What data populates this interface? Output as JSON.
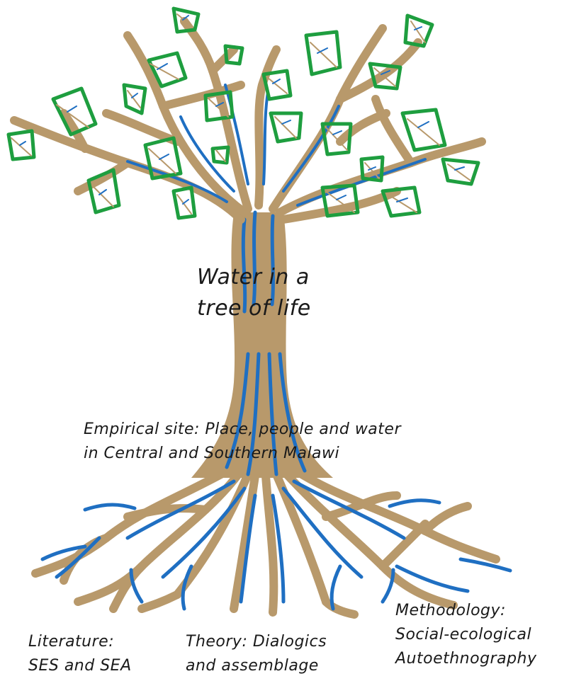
{
  "diagram": {
    "title": {
      "line1": "Water in a",
      "line2": "tree of life"
    },
    "empirical_site": {
      "line1": "Empirical site: Place, people and water",
      "line2": "in Central and Southern Malawi"
    },
    "literature": {
      "line1": "Literature:",
      "line2": "SES and SEA"
    },
    "theory": {
      "line1": "Theory: Dialogics",
      "line2": "and assemblage"
    },
    "methodology": {
      "line1": "Methodology:",
      "line2": "Social-ecological",
      "line3": "Autoethnography"
    }
  },
  "colors": {
    "bark": "#b8996b",
    "water": "#1f6fc2",
    "leaf_outline": "#1e9e3f",
    "text": "#1a1a1a"
  },
  "icons": [
    "tree-illustration",
    "leaf-icon",
    "root-system"
  ]
}
